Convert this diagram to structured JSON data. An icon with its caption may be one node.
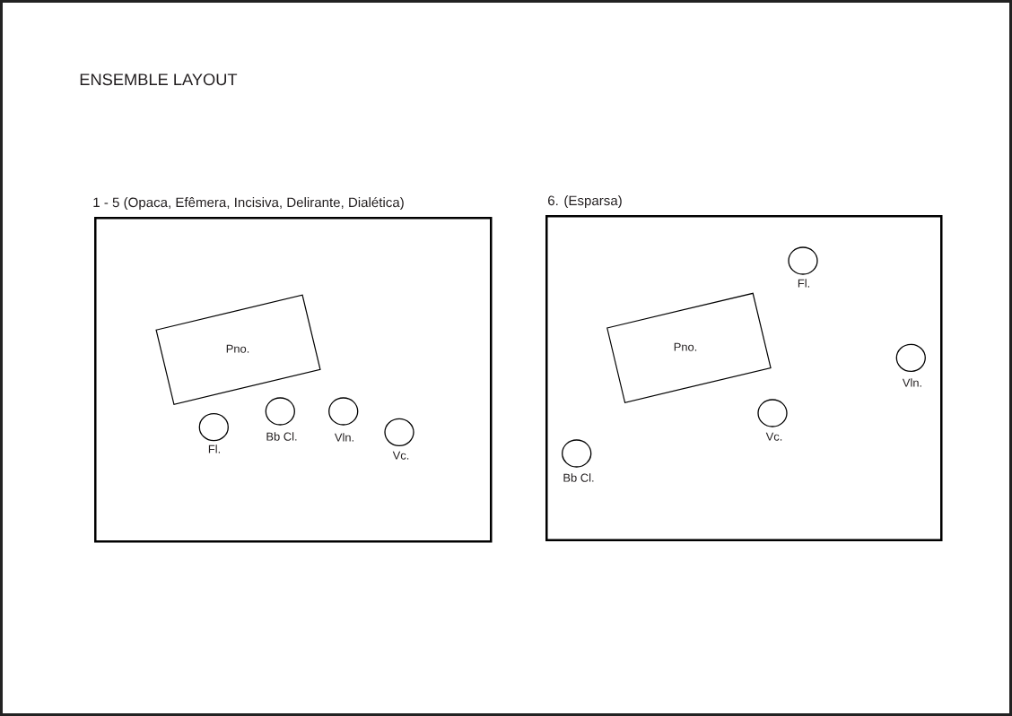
{
  "diagram": {
    "title": "ENSEMBLE LAYOUT",
    "nodes": [
      {
        "text": [
          "1 - 5 (Opaca, Efêmera, Incisiva, Delirante, Dialética)"
        ]
      },
      {
        "text": [
          "Pno."
        ],
        "in": 0
      },
      {
        "text": [],
        "shape": "circle",
        "beside": [
          "Fl."
        ],
        "in": 0
      },
      {
        "text": [],
        "shape": "circle",
        "beside": [
          "Bb Cl."
        ],
        "in": 0
      },
      {
        "text": [],
        "shape": "circle",
        "beside": [
          "Vln."
        ],
        "in": 0
      },
      {
        "text": [],
        "shape": "circle",
        "beside": [
          "Vc."
        ],
        "in": 0
      },
      {
        "text": [
          "6. (Esparsa)"
        ]
      },
      {
        "text": [],
        "shape": "circle",
        "beside": [
          "Fl."
        ],
        "in": 6
      },
      {
        "text": [
          "Pno."
        ],
        "in": 6
      },
      {
        "text": [],
        "shape": "circle",
        "beside": [
          "Vln."
        ],
        "in": 6
      },
      {
        "text": [],
        "shape": "circle",
        "beside": [
          "Vc."
        ],
        "in": 6
      },
      {
        "text": [],
        "shape": "circle",
        "beside": [
          "Bb Cl."
        ],
        "in": 6
      }
    ]
  }
}
